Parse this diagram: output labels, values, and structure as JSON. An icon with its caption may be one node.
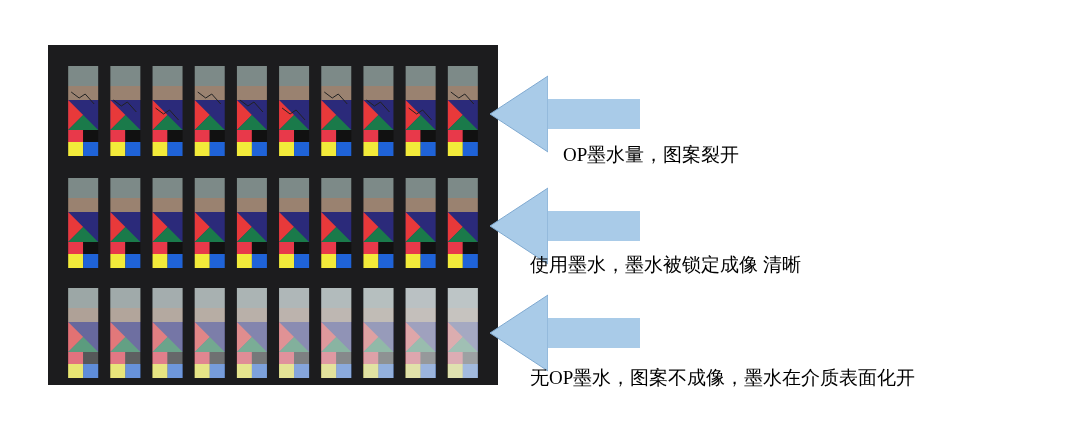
{
  "diagram": {
    "nodes": [
      {
        "text": [],
        "shape": "picture"
      },
      {
        "text": [],
        "shape": "picture",
        "in": 0
      },
      {
        "text": [],
        "shape": "picture",
        "in": 0
      },
      {
        "text": [],
        "shape": "picture",
        "in": 0
      }
    ],
    "edges": [
      {
        "from": null,
        "to": 1,
        "arrow": "to"
      },
      {
        "from": null,
        "to": 2,
        "arrow": "to"
      },
      {
        "from": null,
        "to": 3,
        "arrow": "to"
      }
    ],
    "labels": [
      "OP墨水量，图案裂开",
      "使用墨水，墨水被锁定成像 清晰",
      "无OP墨水，图案不成像，墨水在介质表面化开"
    ]
  }
}
